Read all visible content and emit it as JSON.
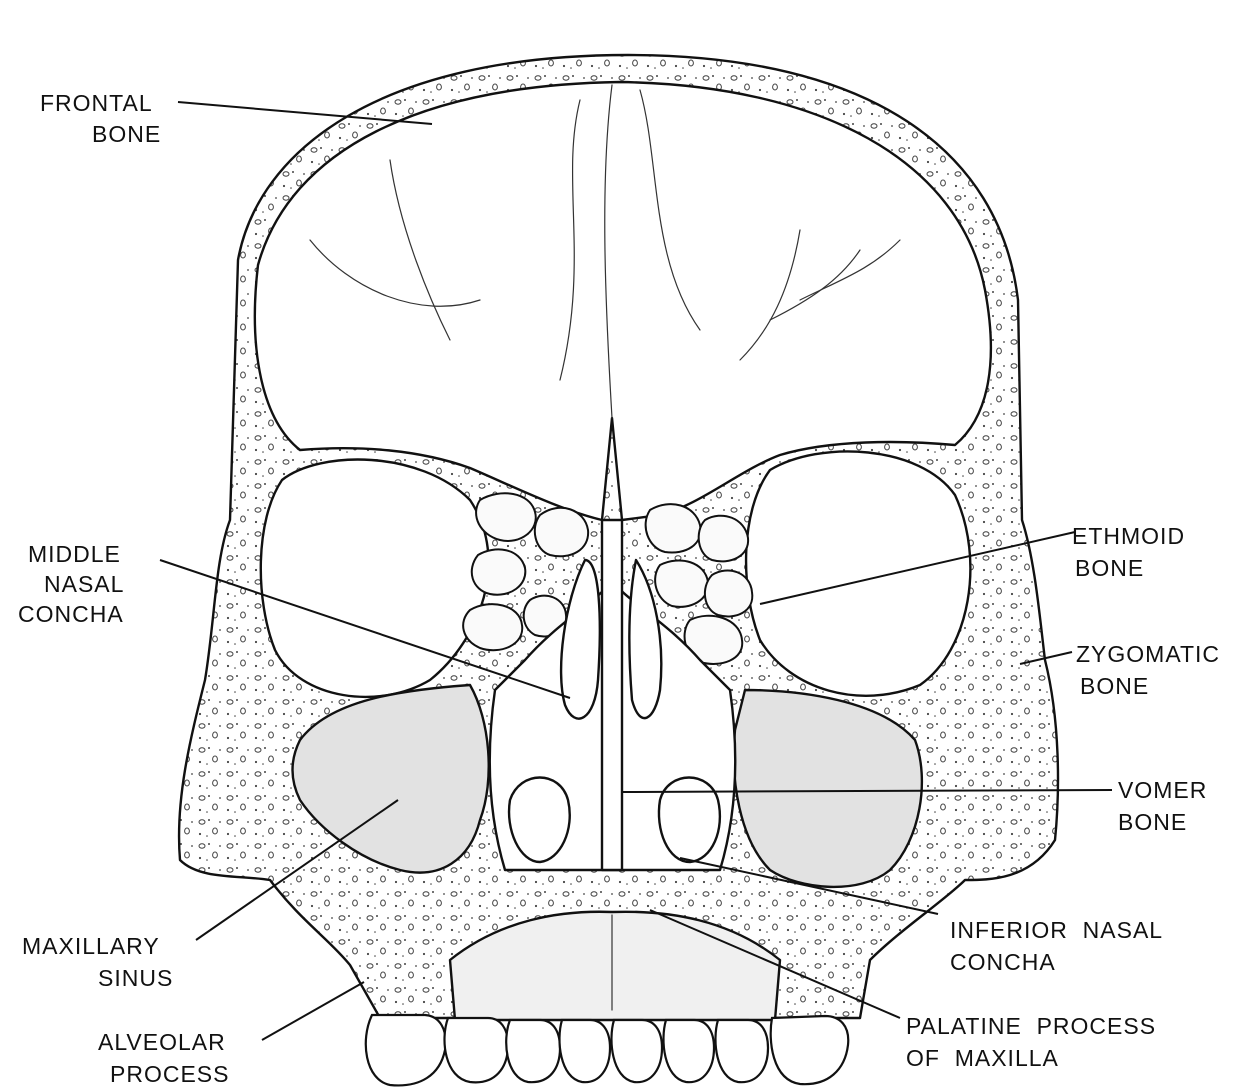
{
  "labels": {
    "frontal_1": "FRONTAL",
    "frontal_2": "BONE",
    "middle_1": "MIDDLE",
    "middle_2": "NASAL",
    "middle_3": "CONCHA",
    "ethmoid_1": "ETHMOID",
    "ethmoid_2": "BONE",
    "zygomatic_1": "ZYGOMATIC",
    "zygomatic_2": "BONE",
    "vomer_1": "VOMER",
    "vomer_2": "BONE",
    "inferior_1": "INFERIOR  NASAL",
    "inferior_2": "CONCHA",
    "maxillary_1": "MAXILLARY",
    "maxillary_2": "SINUS",
    "palatine_1": "PALATINE  PROCESS",
    "palatine_2": "OF  MAXILLA",
    "alveolar_1": "ALVEOLAR",
    "alveolar_2": "PROCESS"
  }
}
